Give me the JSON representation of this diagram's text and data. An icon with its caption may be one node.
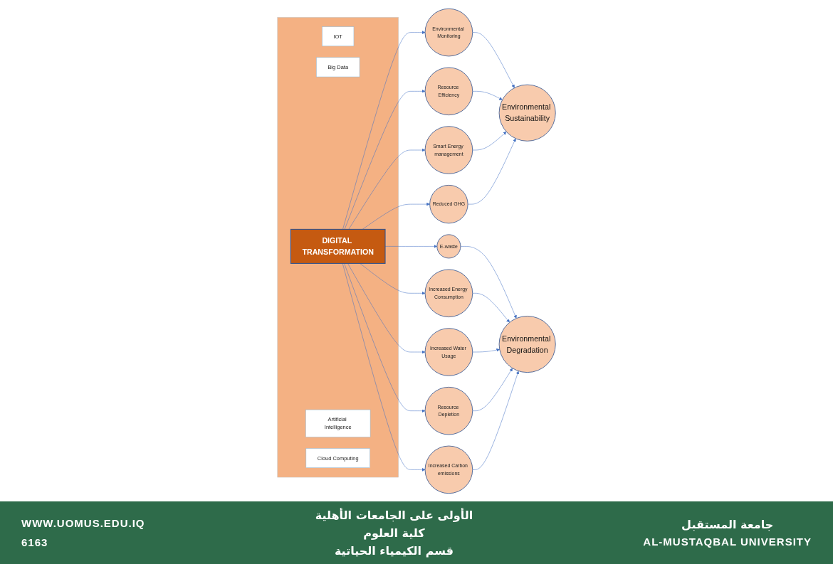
{
  "diagram": {
    "nodes": [
      {
        "text": [
          "Environmental Sustainability"
        ]
      },
      {
        "text": [
          "Environmental Monitoring"
        ]
      },
      {
        "text": [
          "Resource Efficiency"
        ]
      },
      {
        "text": [
          "Smart Energy management"
        ]
      },
      {
        "text": [
          "Reduced GHG"
        ]
      },
      {
        "text": [],
        "shape": "box"
      },
      {
        "text": [
          "IOT"
        ],
        "in": 5
      },
      {
        "text": [
          "Big Data"
        ],
        "in": 5
      },
      {
        "text": [
          "DIGITAL TRANSFORMATION"
        ],
        "in": 5
      },
      {
        "text": [
          "Artificial Intelligence"
        ],
        "in": 5
      },
      {
        "text": [
          "Cloud Computing"
        ],
        "in": 5
      },
      {
        "text": [
          "E-waste"
        ]
      },
      {
        "text": [
          "Increased Energy Consumption"
        ]
      },
      {
        "text": [
          "Increased Water Usage"
        ]
      },
      {
        "text": [
          "Resource Depletion"
        ]
      },
      {
        "text": [
          "Increased Carbon emissions"
        ]
      },
      {
        "text": [
          "Environmental Degradation"
        ]
      }
    ],
    "edges": [
      {
        "from": 8,
        "to": 1,
        "arrow": "to"
      },
      {
        "from": 8,
        "to": 2,
        "arrow": "to"
      },
      {
        "from": 8,
        "to": 3,
        "arrow": "to"
      },
      {
        "from": 8,
        "to": 4,
        "arrow": "to"
      },
      {
        "from": 1,
        "to": 0,
        "arrow": "to"
      },
      {
        "from": 2,
        "to": 0,
        "arrow": "to"
      },
      {
        "from": 3,
        "to": 0,
        "arrow": "to"
      },
      {
        "from": 4,
        "to": 0,
        "arrow": "to"
      },
      {
        "from": 8,
        "to": 11,
        "arrow": "to"
      },
      {
        "from": 8,
        "to": 12,
        "arrow": "to"
      },
      {
        "from": 8,
        "to": 13,
        "arrow": "to"
      },
      {
        "from": 8,
        "to": 14,
        "arrow": "to"
      },
      {
        "from": 8,
        "to": 15,
        "arrow": "to"
      },
      {
        "from": 11,
        "to": 16,
        "arrow": "to"
      },
      {
        "from": 12,
        "to": 16,
        "arrow": "to"
      },
      {
        "from": 13,
        "to": 16,
        "arrow": "to"
      },
      {
        "from": 14,
        "to": 16,
        "arrow": "to"
      },
      {
        "from": 15,
        "to": 16,
        "arrow": "to"
      }
    ],
    "labels": [
      "WWW.UOMUS.EDU.IQ",
      "6163",
      "الأولى على الجامعات الأهلية",
      "كلية العلوم",
      "قسم الكيمياء الحياتية",
      "جامعة المستقبل",
      "AL-MUSTAQBAL UNIVERSITY"
    ]
  }
}
